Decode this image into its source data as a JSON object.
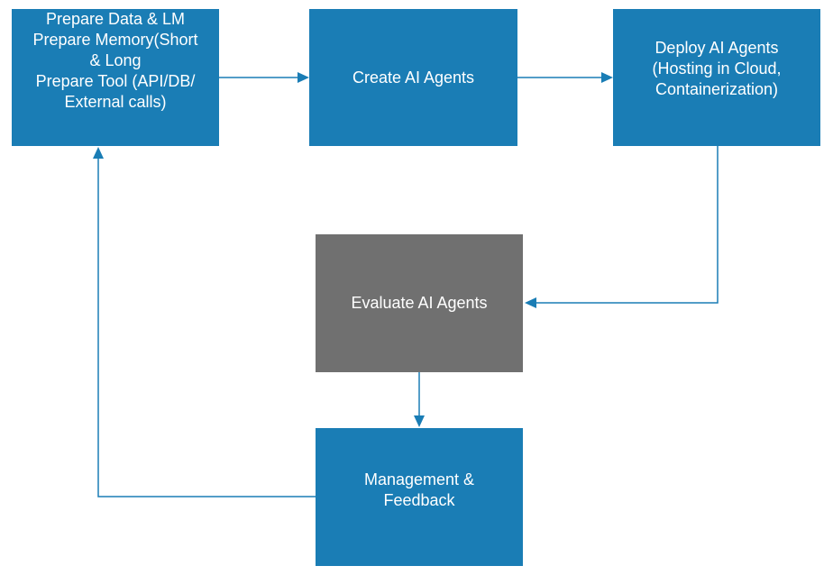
{
  "colors": {
    "primary_box": "#1a7db5",
    "evaluate_box": "#707070",
    "connector": "#1a7db5",
    "text": "#ffffff"
  },
  "boxes": {
    "prepare": {
      "lines": [
        "Prepare Data &  LM",
        "Prepare Memory(Short",
        "& Long",
        "Prepare Tool (API/DB/",
        "External calls)"
      ]
    },
    "create": {
      "lines": [
        "Create AI Agents"
      ]
    },
    "deploy": {
      "lines": [
        "Deploy AI Agents",
        "(Hosting in Cloud,",
        "Containerization)"
      ]
    },
    "evaluate": {
      "lines": [
        "Evaluate AI Agents"
      ]
    },
    "manage": {
      "lines": [
        "Management &",
        "Feedback"
      ]
    }
  }
}
